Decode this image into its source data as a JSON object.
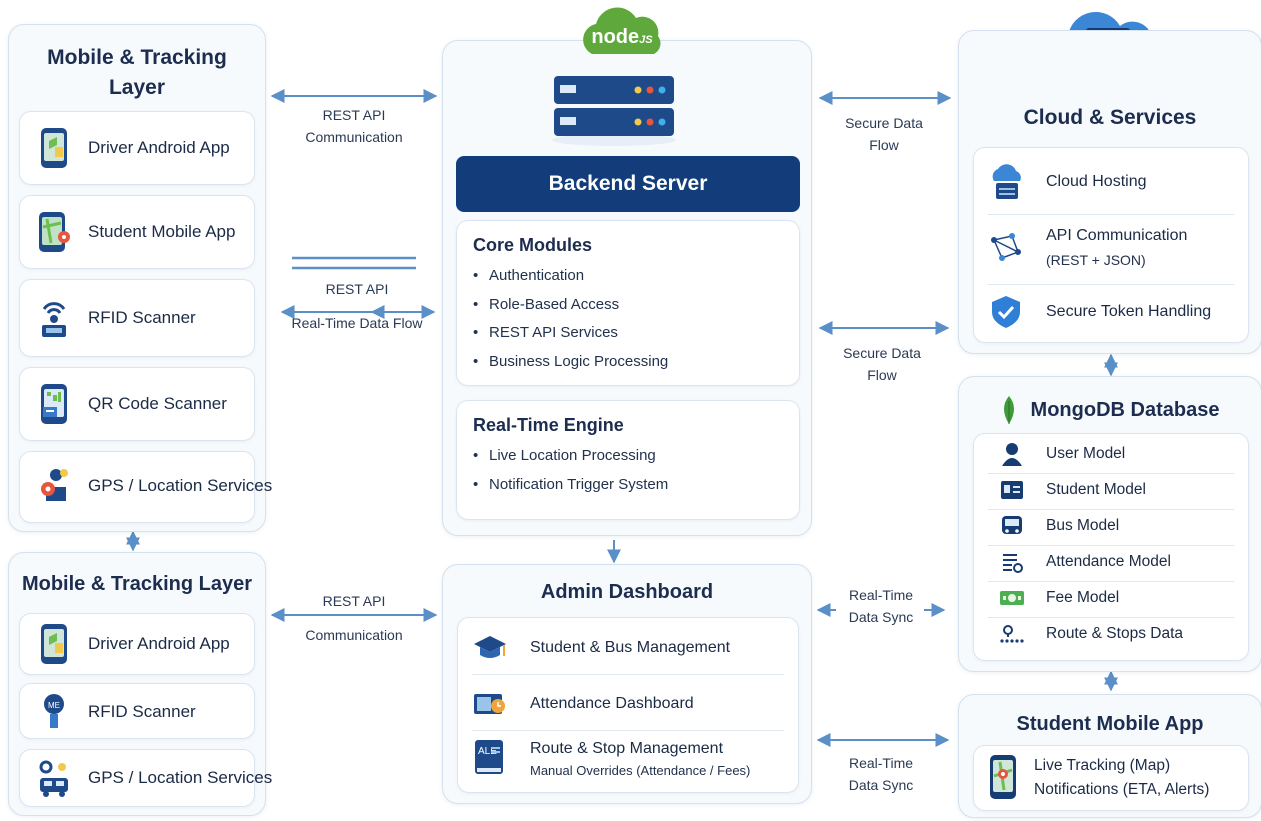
{
  "left_top": {
    "title_line1": "Mobile & Tracking",
    "title_line2": "Layer",
    "items": [
      {
        "label": "Driver Android App",
        "icon": "phone-app-icon"
      },
      {
        "label": "Student Mobile App",
        "icon": "phone-map-icon"
      },
      {
        "label": "RFID Scanner",
        "icon": "rfid-scanner-icon"
      },
      {
        "label": "QR Code Scanner",
        "icon": "qr-scanner-icon"
      },
      {
        "label": "GPS / Location Services",
        "icon": "gps-pin-icon"
      }
    ]
  },
  "left_bottom": {
    "title": "Mobile & Tracking Layer",
    "items": [
      {
        "label": "Driver Android App",
        "icon": "phone-app-icon"
      },
      {
        "label": "RFID Scanner",
        "icon": "rfid-scanner-icon"
      },
      {
        "label": "GPS / Location Services",
        "icon": "bus-gear-icon"
      }
    ]
  },
  "connectors": {
    "top_left": {
      "line1": "REST API",
      "line2": "Communication"
    },
    "mid_left": {
      "line1": "REST API",
      "line2": "Real-Time Data Flow"
    },
    "bottom_left": {
      "line1": "REST API",
      "line2": "Communication"
    },
    "top_right": {
      "line1": "Secure Data",
      "line2": "Flow"
    },
    "mid_right": {
      "line1": "Secure Data",
      "line2": "Flow"
    },
    "admin_right_1": {
      "line1": "Real-Time",
      "line2": "Data Sync"
    },
    "admin_right_2": {
      "line1": "Real-Time",
      "line2": "Data Sync"
    }
  },
  "backend": {
    "logo_text": "node",
    "logo_suffix": "JS",
    "title": "Backend Server",
    "core_title": "Core Modules",
    "core_items": [
      "Authentication",
      "Role-Based Access",
      "REST API Services",
      "Business Logic Processing"
    ],
    "rt_title": "Real-Time Engine",
    "rt_items": [
      "Live Location Processing",
      "Notification Trigger System"
    ]
  },
  "admin": {
    "title": "Admin Dashboard",
    "items": [
      {
        "label": "Student & Bus Management",
        "icon": "graduation-cap-icon"
      },
      {
        "label": "Attendance Dashboard",
        "icon": "dashboard-clock-icon"
      },
      {
        "label": "Route & Stop Management",
        "sub": "Manual Overrides (Attendance / Fees)",
        "icon": "route-book-icon"
      }
    ]
  },
  "cloud": {
    "title": "Cloud & Services",
    "items": [
      {
        "label": "Cloud Hosting",
        "icon": "cloud-server-icon"
      },
      {
        "label": "API Communication",
        "sub": "(REST + JSON)",
        "icon": "network-nodes-icon"
      },
      {
        "label": "Secure Token Handling",
        "icon": "shield-check-icon"
      }
    ]
  },
  "mongo": {
    "title": "MongoDB Database",
    "items": [
      {
        "label": "User Model",
        "icon": "user-icon"
      },
      {
        "label": "Student Model",
        "icon": "id-card-icon"
      },
      {
        "label": "Bus Model",
        "icon": "bus-icon"
      },
      {
        "label": "Attendance Model",
        "icon": "attendance-list-icon"
      },
      {
        "label": "Fee Model",
        "icon": "money-icon"
      },
      {
        "label": "Route & Stops Data",
        "icon": "route-dots-icon"
      }
    ]
  },
  "student_app": {
    "title": "Student Mobile App",
    "line1": "Live Tracking (Map)",
    "line2": "Notifications (ETA, Alerts)"
  },
  "colors": {
    "navy": "#123d7a",
    "arrow": "#5b8fc7",
    "node_green": "#5fa83b",
    "mongo_green": "#3f9b3a"
  }
}
